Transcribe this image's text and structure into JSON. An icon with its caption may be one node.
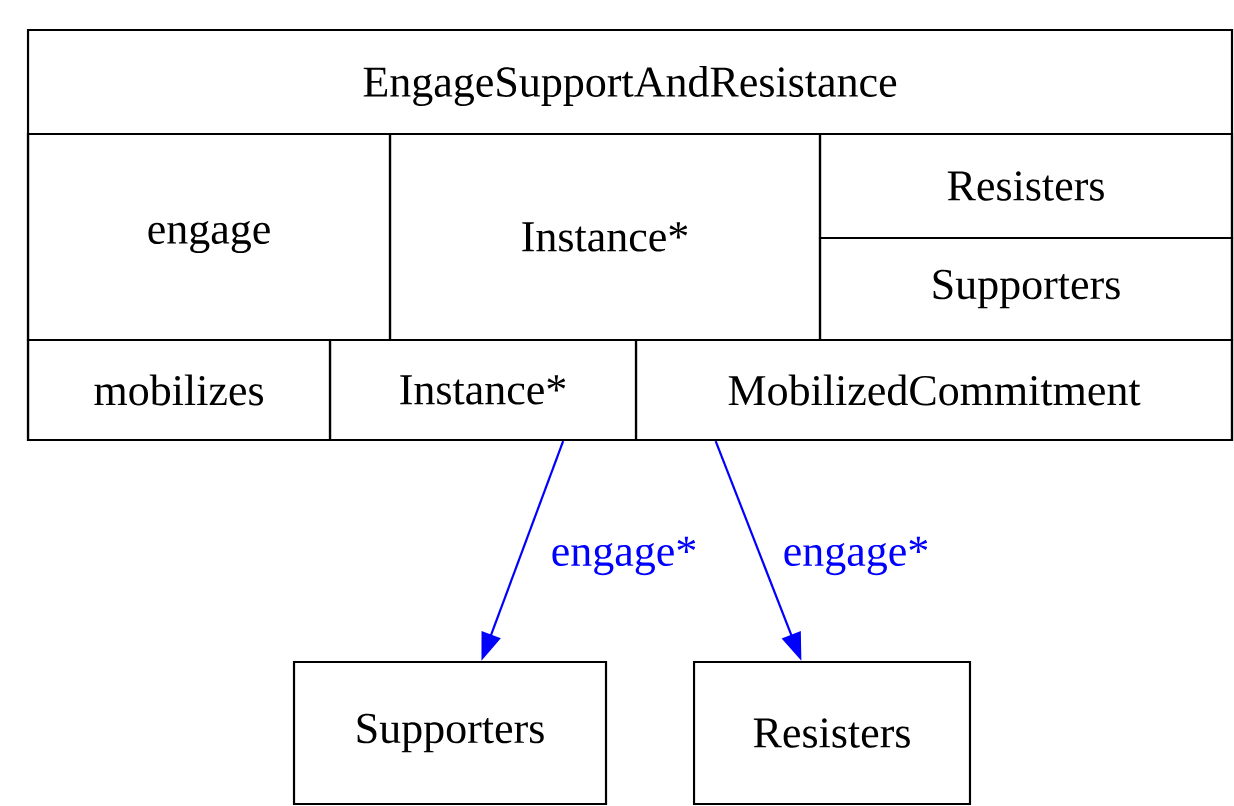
{
  "diagram": {
    "nodes": [
      {
        "text": [
          "EngageSupportAndResistance"
        ]
      },
      {
        "text": [
          "engage"
        ],
        "in": 0
      },
      {
        "text": [
          "Instance*"
        ],
        "in": 0
      },
      {
        "text": [
          "Resisters"
        ],
        "in": 0
      },
      {
        "text": [
          "Supporters"
        ],
        "in": 0
      },
      {
        "text": [
          "mobilizes"
        ],
        "in": 0
      },
      {
        "text": [
          "Instance*"
        ],
        "in": 0
      },
      {
        "text": [
          "MobilizedCommitment"
        ],
        "in": 0
      },
      {
        "text": [
          "Supporters"
        ]
      },
      {
        "text": [
          "Resisters"
        ]
      }
    ],
    "edges": [
      {
        "from": 6,
        "to": 8,
        "arrow": "to",
        "label": "engage*",
        "color": "#0000ff"
      },
      {
        "from": 7,
        "to": 9,
        "arrow": "to",
        "label": "engage*",
        "color": "#0000ff"
      }
    ]
  }
}
